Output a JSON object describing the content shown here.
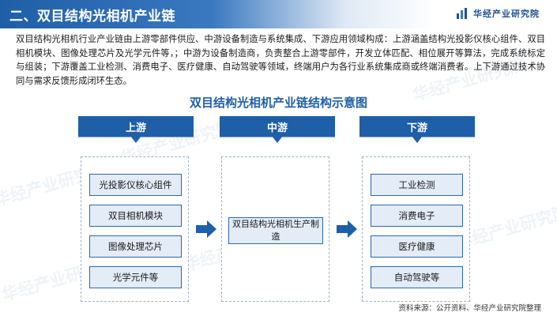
{
  "header": {
    "title": "二、双目结构光相机产业链",
    "brand_name": "华经产业研究院"
  },
  "intro_text": "双目结构光相机行业产业链由上游零部件供应、中游设备制造与系统集成、下游应用领域构成：上游涵盖结构光投影仪核心组件、双目相机模块、图像处理芯片及光学元件等，；中游为设备制造商，负责整合上游零部件，开发立体匹配、相位展开等算法，完成系统标定与组装；下游覆盖工业检测、消费电子、医疗健康、自动驾驶等领域，终端用户为各行业系统集成商或终端消费者。上下游通过技术协同与需求反馈形成闭环生态。",
  "diagram": {
    "title": "双目结构光相机产业链结构示意图",
    "upstream": {
      "label": "上游",
      "items": [
        "光投影仪核心组件",
        "双目相机模块",
        "图像处理芯片",
        "光学元件等"
      ]
    },
    "midstream": {
      "label": "中游",
      "item": "双目结构光相机生产制造"
    },
    "downstream": {
      "label": "下游",
      "items": [
        "工业检测",
        "消费电子",
        "医疗健康",
        "自动驾驶等"
      ]
    }
  },
  "watermark_text": "华经产业研究院",
  "source": "资料来源：公开资料、华经产业研究院整理",
  "colors": {
    "primary": "#1f5fa8",
    "box_fill": "#e3ecf7",
    "box_border": "#2d67ad",
    "panel_border": "#9fb2c8"
  },
  "icons": {
    "brand_logo": "bar-chart-logo-icon",
    "flow_arrow": "arrow-right-icon"
  }
}
